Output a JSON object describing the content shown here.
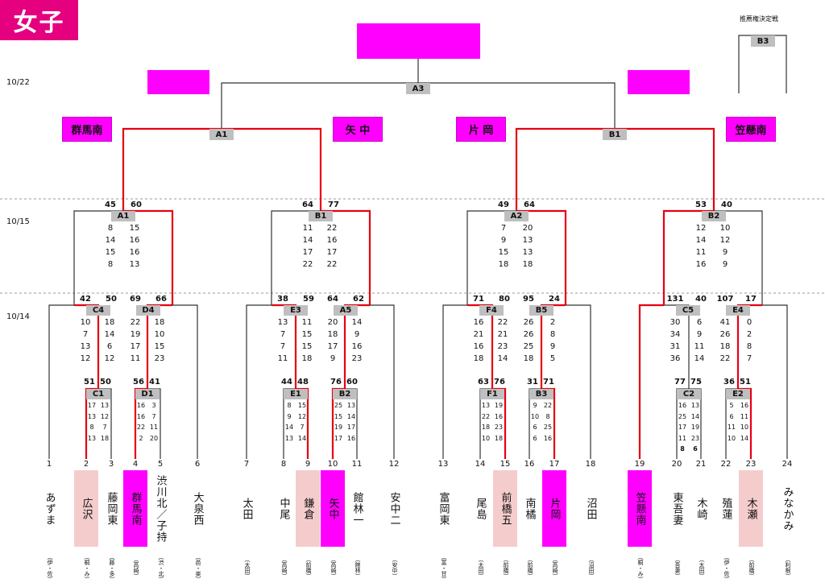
{
  "title": "女子",
  "dates": [
    "10/22",
    "10/15",
    "10/14"
  ],
  "side_match": {
    "label": "推薦権決定戦",
    "code": "B3"
  },
  "finals": {
    "A3": "A3",
    "A1": "A1",
    "B1": "B1"
  },
  "qualifiers": [
    "群馬南",
    "矢 中",
    "片 岡",
    "笠懸南"
  ],
  "matches": {
    "A1b": {
      "code": "A1",
      "left": "45",
      "right": "60",
      "sets": [
        [
          "8",
          "15"
        ],
        [
          "14",
          "16"
        ],
        [
          "15",
          "16"
        ],
        [
          "8",
          "13"
        ]
      ]
    },
    "B1b": {
      "code": "B1",
      "left": "64",
      "right": "77",
      "sets": [
        [
          "11",
          "22"
        ],
        [
          "14",
          "16"
        ],
        [
          "17",
          "17"
        ],
        [
          "22",
          "22"
        ]
      ]
    },
    "A2": {
      "code": "A2",
      "left": "49",
      "right": "64",
      "sets": [
        [
          "7",
          "20"
        ],
        [
          "9",
          "13"
        ],
        [
          "15",
          "13"
        ],
        [
          "18",
          "18"
        ]
      ]
    },
    "B2": {
      "code": "B2",
      "left": "53",
      "right": "40",
      "sets": [
        [
          "12",
          "10"
        ],
        [
          "14",
          "12"
        ],
        [
          "11",
          "9"
        ],
        [
          "16",
          "9"
        ]
      ]
    },
    "C4": {
      "code": "C4",
      "left": "42",
      "right": "50",
      "sets": [
        [
          "10",
          "18"
        ],
        [
          "7",
          "14"
        ],
        [
          "13",
          "6"
        ],
        [
          "12",
          "12"
        ]
      ]
    },
    "D4": {
      "code": "D4",
      "left": "69",
      "right": "66",
      "sets": [
        [
          "22",
          "18"
        ],
        [
          "19",
          "10"
        ],
        [
          "17",
          "15"
        ],
        [
          "11",
          "23"
        ]
      ]
    },
    "E3": {
      "code": "E3",
      "left": "38",
      "right": "59",
      "sets": [
        [
          "13",
          "11"
        ],
        [
          "7",
          "15"
        ],
        [
          "7",
          "15"
        ],
        [
          "11",
          "18"
        ]
      ]
    },
    "A5": {
      "code": "A5",
      "left": "64",
      "right": "62",
      "sets": [
        [
          "20",
          "14"
        ],
        [
          "18",
          "9"
        ],
        [
          "17",
          "16"
        ],
        [
          "9",
          "23"
        ]
      ]
    },
    "F4": {
      "code": "F4",
      "left": "71",
      "right": "80",
      "sets": [
        [
          "16",
          "22"
        ],
        [
          "21",
          "21"
        ],
        [
          "16",
          "23"
        ],
        [
          "18",
          "14"
        ]
      ]
    },
    "B5": {
      "code": "B5",
      "left": "95",
      "right": "24",
      "sets": [
        [
          "26",
          "2"
        ],
        [
          "26",
          "8"
        ],
        [
          "25",
          "9"
        ],
        [
          "18",
          "5"
        ]
      ]
    },
    "C5": {
      "code": "C5",
      "left": "131",
      "right": "40",
      "sets": [
        [
          "30",
          "6"
        ],
        [
          "34",
          "9"
        ],
        [
          "31",
          "11"
        ],
        [
          "36",
          "14"
        ]
      ]
    },
    "E4": {
      "code": "E4",
      "left": "107",
      "right": "17",
      "sets": [
        [
          "41",
          "0"
        ],
        [
          "26",
          "2"
        ],
        [
          "18",
          "8"
        ],
        [
          "22",
          "7"
        ]
      ]
    },
    "C1": {
      "code": "C1",
      "left": "51",
      "right": "50",
      "sets": [
        [
          "17",
          "13"
        ],
        [
          "13",
          "12"
        ],
        [
          "8",
          "7"
        ],
        [
          "13",
          "18"
        ]
      ]
    },
    "D1": {
      "code": "D1",
      "left": "56",
      "right": "41",
      "sets": [
        [
          "16",
          "3"
        ],
        [
          "16",
          "7"
        ],
        [
          "22",
          "11"
        ],
        [
          "2",
          "20"
        ]
      ]
    },
    "E1": {
      "code": "E1",
      "left": "44",
      "right": "48",
      "sets": [
        [
          "8",
          "15"
        ],
        [
          "9",
          "12"
        ],
        [
          "14",
          "7"
        ],
        [
          "13",
          "14"
        ]
      ]
    },
    "B2s": {
      "code": "B2",
      "left": "76",
      "right": "60",
      "sets": [
        [
          "25",
          "13"
        ],
        [
          "15",
          "14"
        ],
        [
          "19",
          "17"
        ],
        [
          "17",
          "16"
        ]
      ]
    },
    "F1": {
      "code": "F1",
      "left": "63",
      "right": "76",
      "sets": [
        [
          "13",
          "19"
        ],
        [
          "22",
          "16"
        ],
        [
          "18",
          "23"
        ],
        [
          "10",
          "18"
        ]
      ]
    },
    "B3": {
      "code": "B3",
      "left": "31",
      "right": "71",
      "sets": [
        [
          "9",
          "22"
        ],
        [
          "10",
          "8"
        ],
        [
          "6",
          "25"
        ],
        [
          "6",
          "16"
        ]
      ]
    },
    "C2": {
      "code": "C2",
      "left": "77",
      "right": "75",
      "sets": [
        [
          "16",
          "13"
        ],
        [
          "25",
          "14"
        ],
        [
          "17",
          "19"
        ],
        [
          "11",
          "23"
        ],
        [
          "8",
          "6"
        ]
      ]
    },
    "E2": {
      "code": "E2",
      "left": "36",
      "right": "51",
      "sets": [
        [
          "5",
          "16"
        ],
        [
          "6",
          "11"
        ],
        [
          "11",
          "10"
        ],
        [
          "10",
          "14"
        ]
      ]
    }
  },
  "teams": [
    {
      "n": "1",
      "name": "あずま",
      "pref": "（伊・佐）"
    },
    {
      "n": "2",
      "name": "広沢",
      "pref": "（桐・み）"
    },
    {
      "n": "3",
      "name": "藤岡東",
      "pref": "（藤・多）"
    },
    {
      "n": "4",
      "name": "群馬南",
      "pref": "（高崎）"
    },
    {
      "n": "5",
      "name": "渋川北／子持",
      "pref": "（渋・北）"
    },
    {
      "n": "6",
      "name": "大泉西",
      "pref": "（邑・楽）"
    },
    {
      "n": "7",
      "name": "太田",
      "pref": "（太田）"
    },
    {
      "n": "8",
      "name": "中尾",
      "pref": "（高崎）"
    },
    {
      "n": "9",
      "name": "鎌倉",
      "pref": "（前橋）"
    },
    {
      "n": "10",
      "name": "矢中",
      "pref": "（高崎）"
    },
    {
      "n": "11",
      "name": "館林一",
      "pref": "（館林）"
    },
    {
      "n": "12",
      "name": "安中二",
      "pref": "（安中）"
    },
    {
      "n": "13",
      "name": "富岡東",
      "pref": "（富・甘）"
    },
    {
      "n": "14",
      "name": "尾島",
      "pref": "（太田）"
    },
    {
      "n": "15",
      "name": "前橋五",
      "pref": "（前橋）"
    },
    {
      "n": "16",
      "name": "南橘",
      "pref": "（前橋）"
    },
    {
      "n": "17",
      "name": "片岡",
      "pref": "（高崎）"
    },
    {
      "n": "18",
      "name": "沼田",
      "pref": "（沼田）"
    },
    {
      "n": "19",
      "name": "笠懸南",
      "pref": "（桐・み）"
    },
    {
      "n": "20",
      "name": "東吾妻",
      "pref": "（吾妻）"
    },
    {
      "n": "21",
      "name": "木崎",
      "pref": "（太田）"
    },
    {
      "n": "22",
      "name": "殖蓮",
      "pref": "（伊・佐）"
    },
    {
      "n": "23",
      "name": "木瀬",
      "pref": "（前橋）"
    },
    {
      "n": "24",
      "name": "みなかみ",
      "pref": "（利根）"
    }
  ],
  "colors": {
    "magenta": "#ff00ff",
    "win": "#e60012",
    "pink": "#f5cccc",
    "grey": "#bfbfbf"
  }
}
